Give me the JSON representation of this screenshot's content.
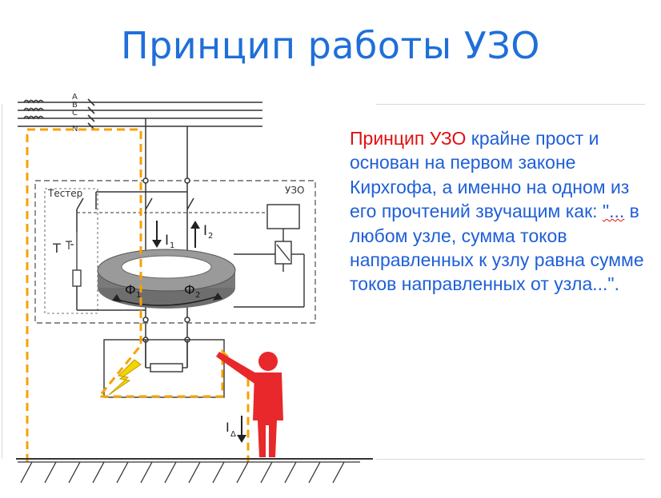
{
  "slide": {
    "title": "Принцип работы УЗО",
    "text": {
      "highlight": "Принцип УЗО",
      "body_start": " крайне прост и основан на первом законе Кирхгофа, а именно на одном из его прочтений звучащим как: ",
      "quote_open": "\"...",
      "body_end": " в любом узле, сумма токов направленных к узлу равна сумме токов направленных от узла...\"."
    }
  },
  "diagram": {
    "phase_labels": [
      "A",
      "B",
      "C",
      "N"
    ],
    "tester_label": "Тестер",
    "tester_button_label": "Т",
    "uzo_label": "УЗО",
    "current_labels": {
      "i1": "I",
      "i1_sub": "1",
      "i2": "I",
      "i2_sub": "2",
      "leak": "I",
      "leak_sub": "Δ"
    },
    "flux_labels": {
      "f1": "Ф",
      "f1_sub": "1",
      "f2": "Ф",
      "f2_sub": "2"
    },
    "colors": {
      "title": "#1f6fd9",
      "text": "#1f5fd8",
      "highlight": "#e01010",
      "leak_path": "#f5a300",
      "person": "#e8282a",
      "lightning": "#f2d600",
      "wire": "#333333"
    },
    "icons": [
      "lightning-bolt-icon",
      "person-icon",
      "ground-hatch-icon",
      "coil-icon",
      "relay-icon"
    ]
  }
}
